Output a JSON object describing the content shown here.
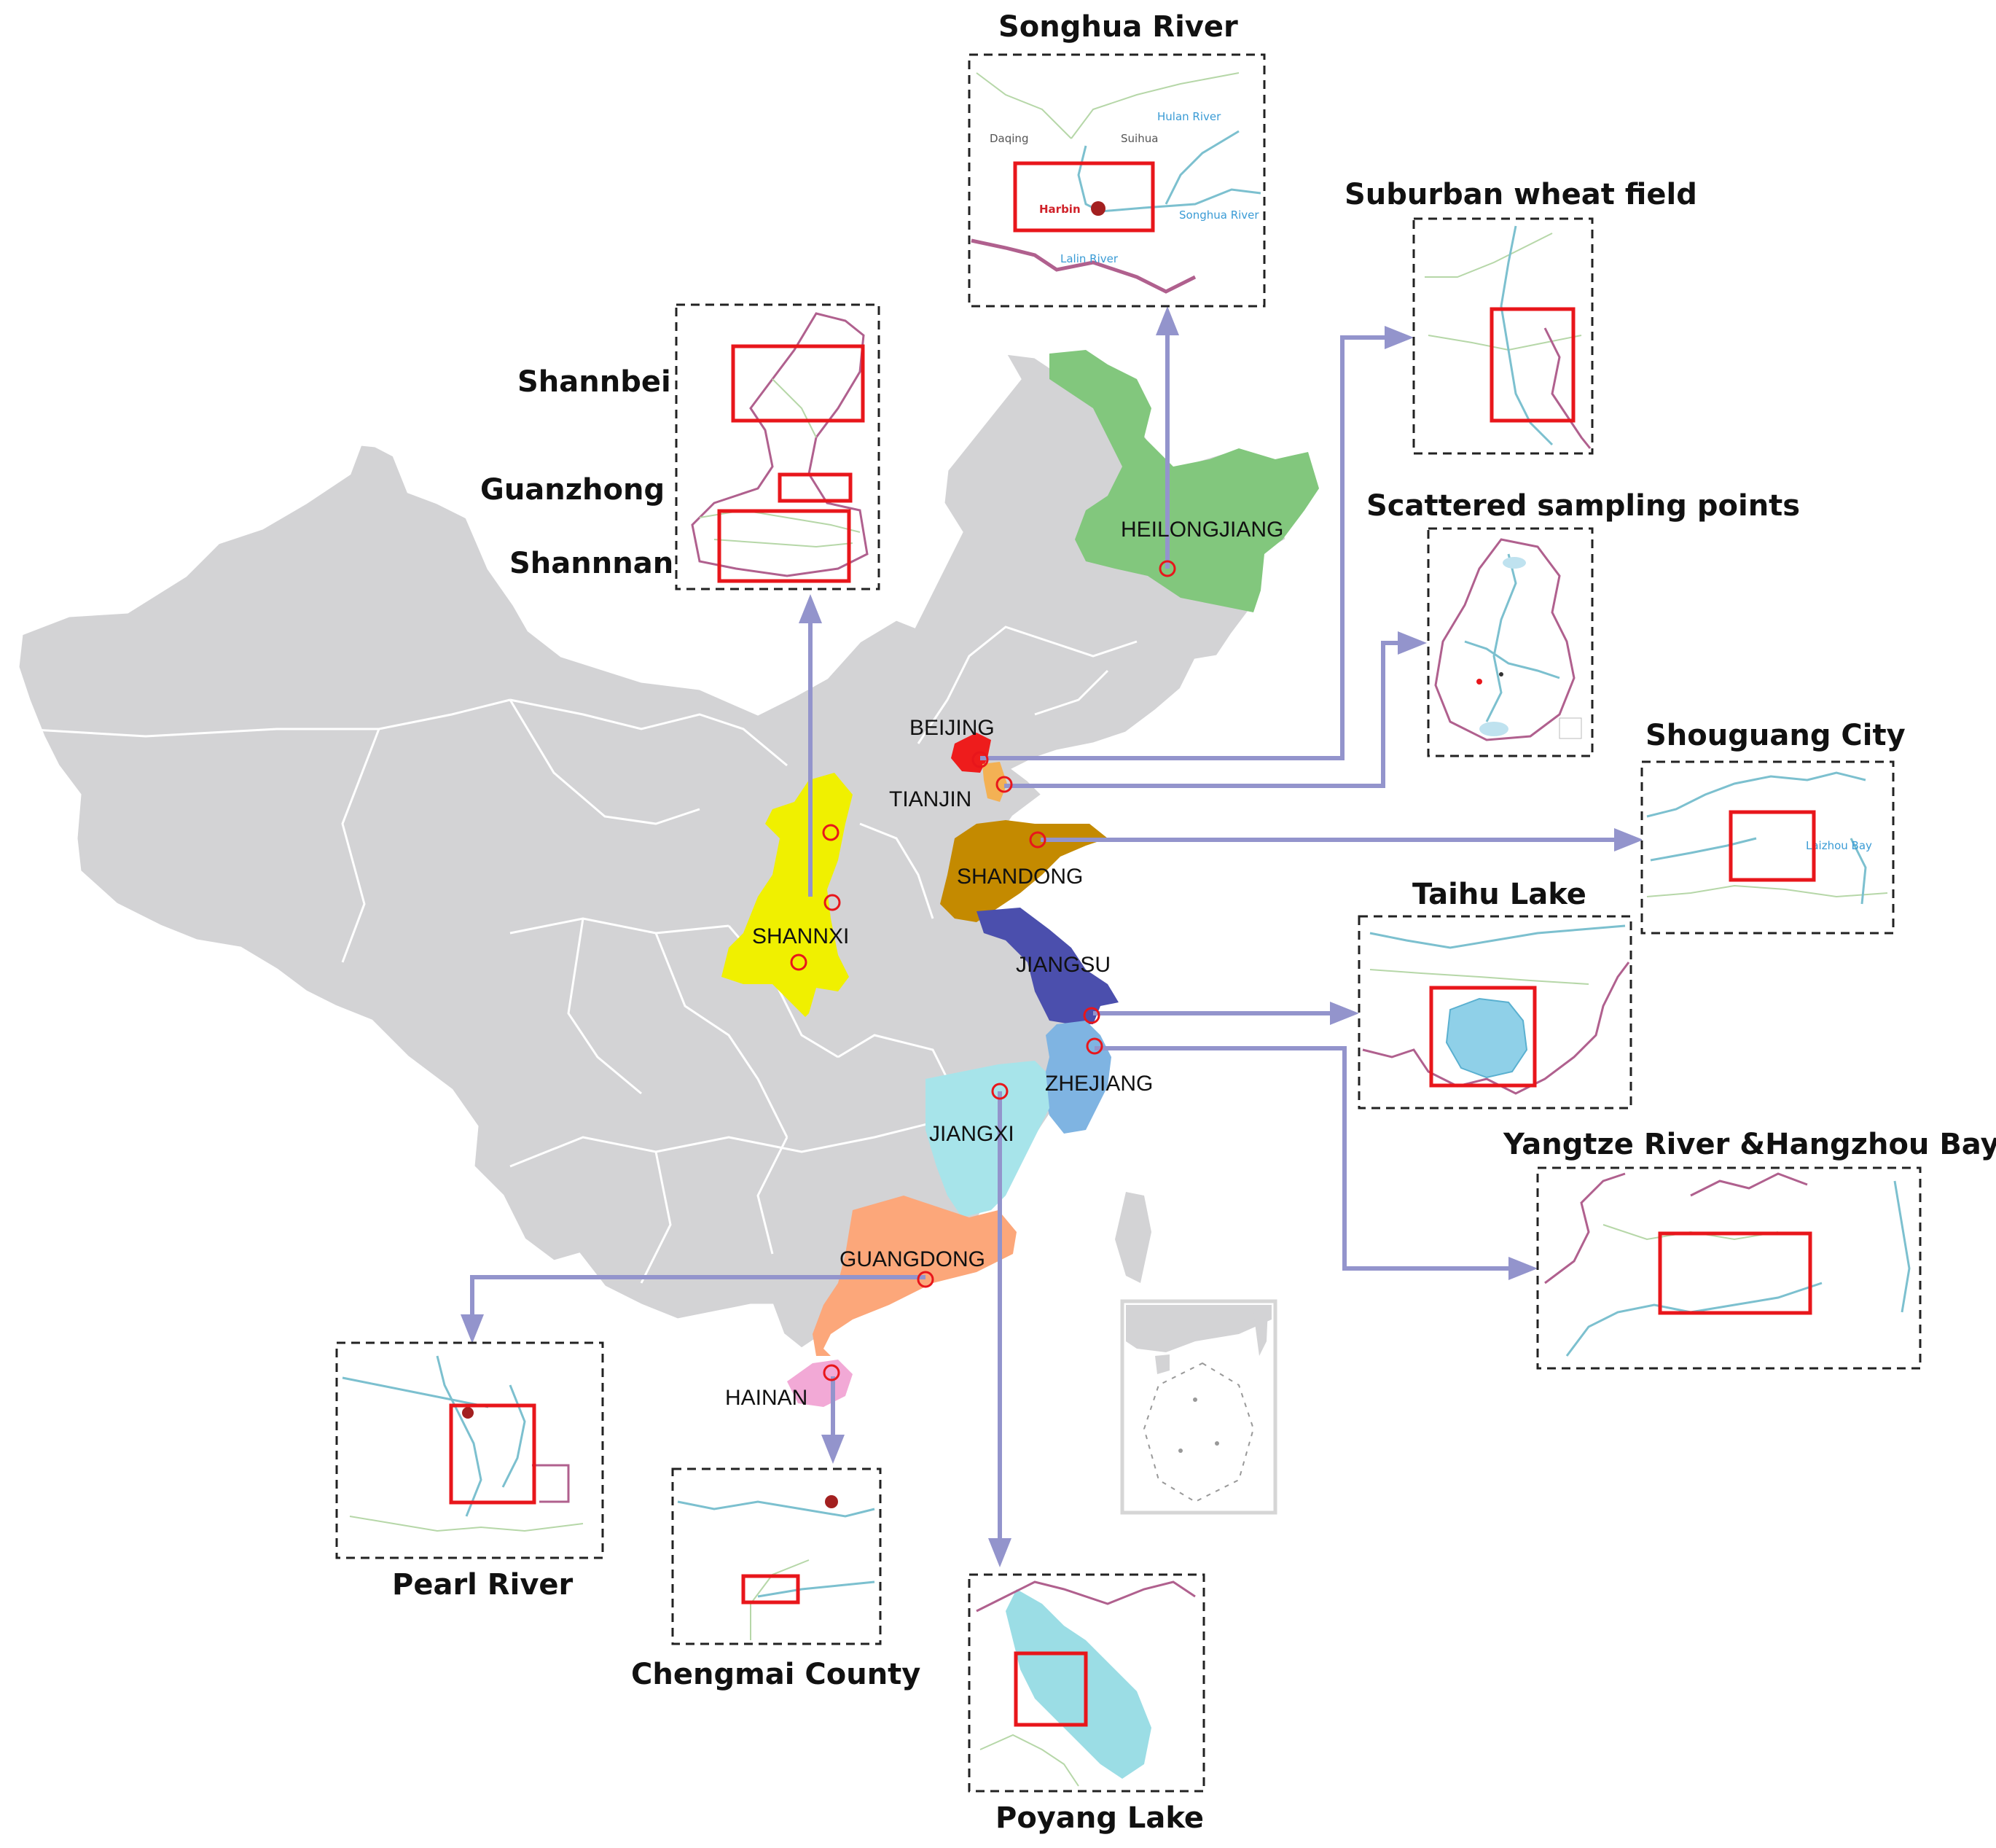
{
  "colors": {
    "china_fill": "#d3d3d5",
    "connector": "#9394cc",
    "highlight_box": "#e8161b",
    "heilongjiang": "#82c77d",
    "beijing": "#ee1c1c",
    "tianjin": "#f3b154",
    "shandong": "#c48a00",
    "jiangsu": "#4b4fad",
    "zhejiang": "#7fb4e2",
    "jiangxi": "#a7e4ea",
    "guangdong": "#fca77a",
    "hainan": "#f2a9d6",
    "shannxi": "#f0f000"
  },
  "provinces": {
    "heilongjiang": "HEILONGJIANG",
    "beijing": "BEIJING",
    "tianjin": "TIANJIN",
    "shandong": "SHANDONG",
    "jiangsu": "JIANGSU",
    "zhejiang": "ZHEJIANG",
    "jiangxi": "JIANGXI",
    "guangdong": "GUANGDONG",
    "hainan": "HAINAN",
    "shannxi": "SHANNXI"
  },
  "insets": {
    "songhua": {
      "title": "Songhua River",
      "labels": {
        "daqing": "Daqing",
        "suihua": "Suihua",
        "harbin": "Harbin",
        "hulan": "Hulan River",
        "songhua": "Songhua River",
        "lalin": "Lalin River"
      }
    },
    "shaanxi": {
      "shannbei": "Shannbei",
      "guanzhong": "Guanzhong",
      "shannan": "Shannnan"
    },
    "wheat": {
      "title": "Suburban wheat field"
    },
    "scattered": {
      "title": "Scattered sampling points"
    },
    "shouguang": {
      "title": "Shouguang City",
      "labels": {
        "laizhou": "Laizhou Bay"
      }
    },
    "taihu": {
      "title": "Taihu Lake"
    },
    "yangtze": {
      "title": "Yangtze River &Hangzhou Bay"
    },
    "pearl": {
      "title": "Pearl River"
    },
    "chengmai": {
      "title": "Chengmai County"
    },
    "poyang": {
      "title": "Poyang Lake"
    }
  }
}
